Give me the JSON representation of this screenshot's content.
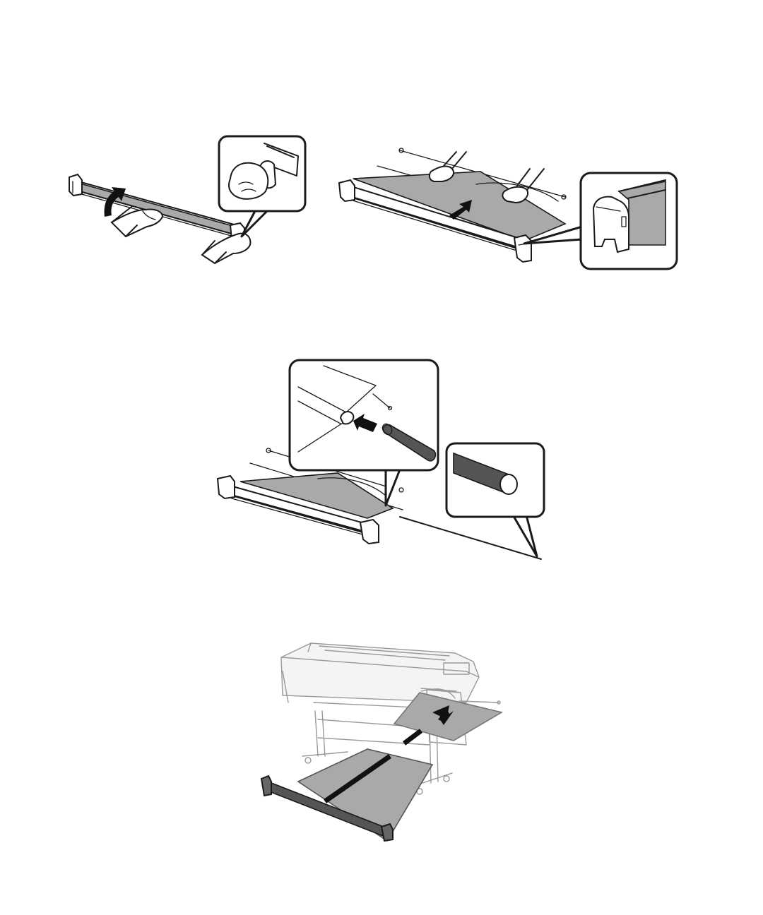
{
  "document": {
    "figures": [
      {
        "name": "figure-attach-paper-to-roll",
        "icons": [
          "hand-icon",
          "curved-arrow-icon",
          "roll-end-detail-icon"
        ]
      },
      {
        "name": "figure-smooth-paper-on-roll",
        "icons": [
          "hand-icon",
          "arrow-icon",
          "end-cap-detail-icon"
        ]
      },
      {
        "name": "figure-insert-rod",
        "icons": [
          "arrow-icon",
          "rod-end-detail-icon"
        ]
      },
      {
        "name": "figure-feed-paper-into-printer",
        "icons": [
          "printer-icon",
          "arrow-icon"
        ]
      }
    ]
  },
  "colors": {
    "line": "#1a1a1a",
    "paper": "#a9a9a9",
    "faint_line": "#999999",
    "background": "#ffffff"
  }
}
